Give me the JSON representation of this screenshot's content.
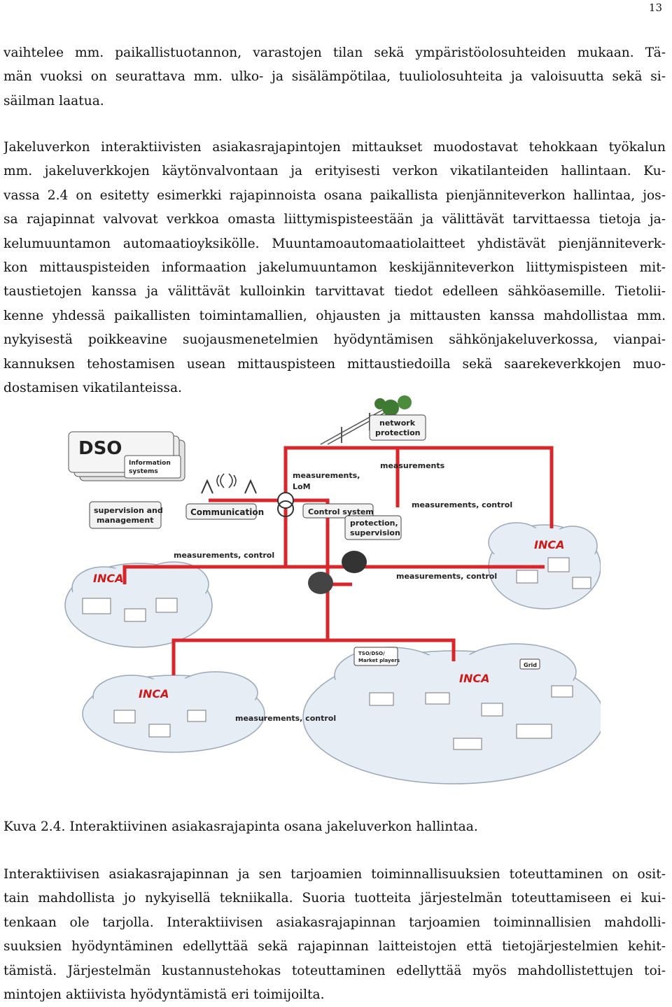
{
  "page_number": "13",
  "paragraph1": {
    "lines": [
      "vaihtelee mm. paikallistuotannon, varastojen tilan sekä ympäristöolosuhteiden mukaan. Tä-",
      "män vuoksi on seurattava mm. ulko- ja sisälämpötilaa, tuuliolosuhteita ja valoisuutta sekä si-",
      "säilman laatua."
    ]
  },
  "paragraph2": {
    "lines": [
      "Jakeluverkon interaktiivisten asiakasrajapintojen mittaukset muodostavat tehokkaan työkalun",
      "mm. jakeluverkkojen käytönvalvontaan ja erityisesti verkon vikatilanteiden hallintaan. Ku-",
      "vassa 2.4 on esitetty esimerkki rajapinnoista osana paikallista pienjänniteverkon hallintaa, jos-",
      "sa rajapinnat valvovat verkkoa omasta liittymispisteestään ja välittävät tarvittaessa tietoja ja-",
      "kelumuuntamon automaatioyksikölle. Muuntamoautomaatiolaitteet yhdistävät pienjänniteverk-",
      "kon mittauspisteiden informaation jakelumuuntamon keskijänniteverkon liittymispisteen mit-",
      "taustietojen kanssa ja välittävät kulloinkin tarvittavat tiedot edelleen sähköasemille. Tietolii-",
      "kenne yhdessä paikallisten toimintamallien, ohjausten ja mittausten kanssa mahdollistaa mm.",
      "nykyisestä poikkeavine suojausmenetelmien hyödyntämisen sähkönjakeluverkossa, vianpai-",
      "kannuksen tehostamisen usean mittauspisteen mittaustiedoilla sekä saarekeverkkojen muo-",
      "dostamisen vikatilanteissa."
    ]
  },
  "figure": {
    "dso": "DSO",
    "information_systems": [
      "Information",
      "systems"
    ],
    "supervision": [
      "supervision and",
      "management"
    ],
    "communication": "Communication",
    "network_protection": [
      "network",
      "protection"
    ],
    "measurements_top": "measurements",
    "measurements_lom": [
      "measurements,",
      "LoM"
    ],
    "control_system": "Control system",
    "protection_supervision": [
      "protection,",
      "supervision"
    ],
    "measurements_control_right": "measurements, control",
    "measurements_control_left": "measurements, control",
    "measurements_control_mid": "measurements, control",
    "measurements_control_bottom": "measurements, control",
    "inca": [
      "INCA",
      "INCA",
      "INCA",
      "INCA"
    ],
    "tso": [
      "TSO/DSO/",
      "Market players"
    ],
    "grid": "Grid",
    "colors": {
      "network_line": "#d8262b",
      "label_box": "#f2f2f2",
      "cloud": "#e6edf5",
      "inca": "#cc1a1a"
    }
  },
  "caption": "Kuva 2.4. Interaktiivinen asiakasrajapinta osana jakeluverkon hallintaa.",
  "paragraph3": {
    "lines": [
      "Interaktiivisen asiakasrajapinnan ja sen tarjoamien toiminnallisuuksien toteuttaminen on osit-",
      "tain mahdollista jo nykyisellä tekniikalla. Suoria tuotteita järjestelmän toteuttamiseen ei kui-",
      "tenkaan ole tarjolla. Interaktiivisen asiakasrajapinnan tarjoamien toiminnallisien mahdolli-",
      "suuksien hyödyntäminen edellyttää sekä rajapinnan laitteistojen että tietojärjestelmien kehit-",
      "tämistä. Järjestelmän kustannustehokas toteuttaminen edellyttää myös mahdollistettujen toi-",
      "mintojen aktiivista hyödyntämistä eri toimijoilta."
    ]
  }
}
